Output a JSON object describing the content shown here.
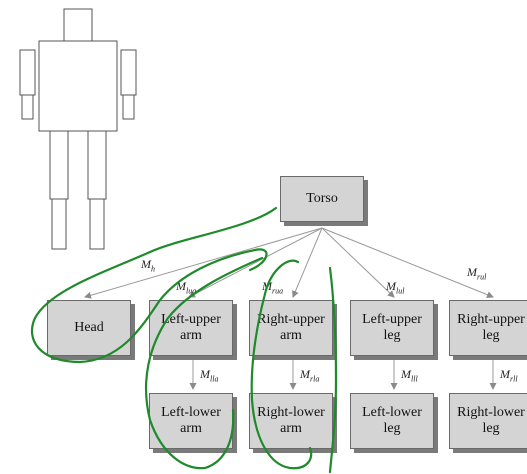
{
  "root": {
    "label": "Torso"
  },
  "children": [
    {
      "id": "head",
      "label": "Head",
      "edge_label": "M",
      "edge_sub": "h"
    },
    {
      "id": "lua",
      "label": "Left-upper\narm",
      "edge_label": "M",
      "edge_sub": "lua",
      "lower": {
        "label": "Left-lower\narm",
        "edge_label": "M",
        "edge_sub": "lla"
      }
    },
    {
      "id": "rua",
      "label": "Right-upper\narm",
      "edge_label": "M",
      "edge_sub": "rua",
      "lower": {
        "label": "Right-lower\narm",
        "edge_label": "M",
        "edge_sub": "rla"
      }
    },
    {
      "id": "lul",
      "label": "Left-upper\nleg",
      "edge_label": "M",
      "edge_sub": "lul",
      "lower": {
        "label": "Left-lower\nleg",
        "edge_label": "M",
        "edge_sub": "lll"
      }
    },
    {
      "id": "rul",
      "label": "Right-upper\nleg",
      "edge_label": "M",
      "edge_sub": "rul",
      "lower": {
        "label": "Right-lower\nleg",
        "edge_label": "M",
        "edge_sub": "rll"
      }
    }
  ],
  "colors": {
    "node_fill": "#d4d4d4",
    "shadow": "#7a7a7a",
    "edge": "#9a9a9a",
    "annotation": "#1f8a2a"
  }
}
